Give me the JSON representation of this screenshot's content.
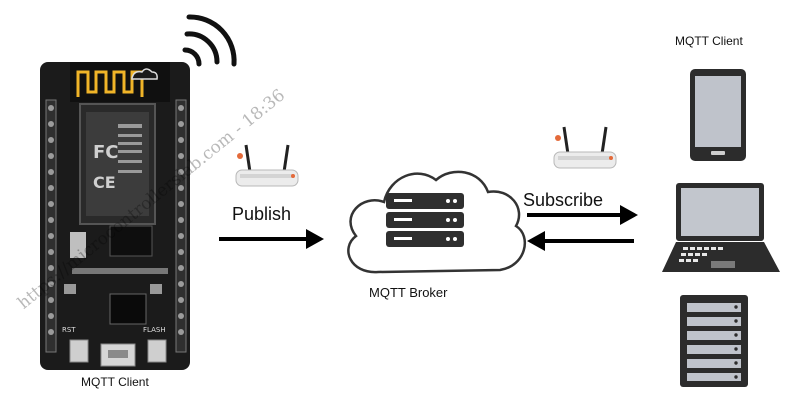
{
  "labels": {
    "mqtt_client_left": "MQTT Client",
    "mqtt_client_right": "MQTT Client",
    "publish": "Publish",
    "subscribe": "Subscribe",
    "mqtt_broker": "MQTT Broker"
  },
  "watermark": "https://microcontrollerslab.com - 18:36",
  "board_marks": {
    "fc_logo": "FC",
    "ce_logo": "CE",
    "flash_label": "FLASH",
    "rst_label": "RST"
  },
  "icons": {
    "board": "nodemcu-esp8266-board-icon",
    "wifi": "wifi-signal-icon",
    "router": "wifi-router-icon",
    "cloud": "cloud-icon",
    "server": "server-icon",
    "tablet": "tablet-icon",
    "laptop": "laptop-icon",
    "tower": "server-tower-icon"
  },
  "colors": {
    "stroke": "#333333",
    "arrow": "#000000",
    "board": "#1b1b1b",
    "antenna": "#f0b428"
  }
}
